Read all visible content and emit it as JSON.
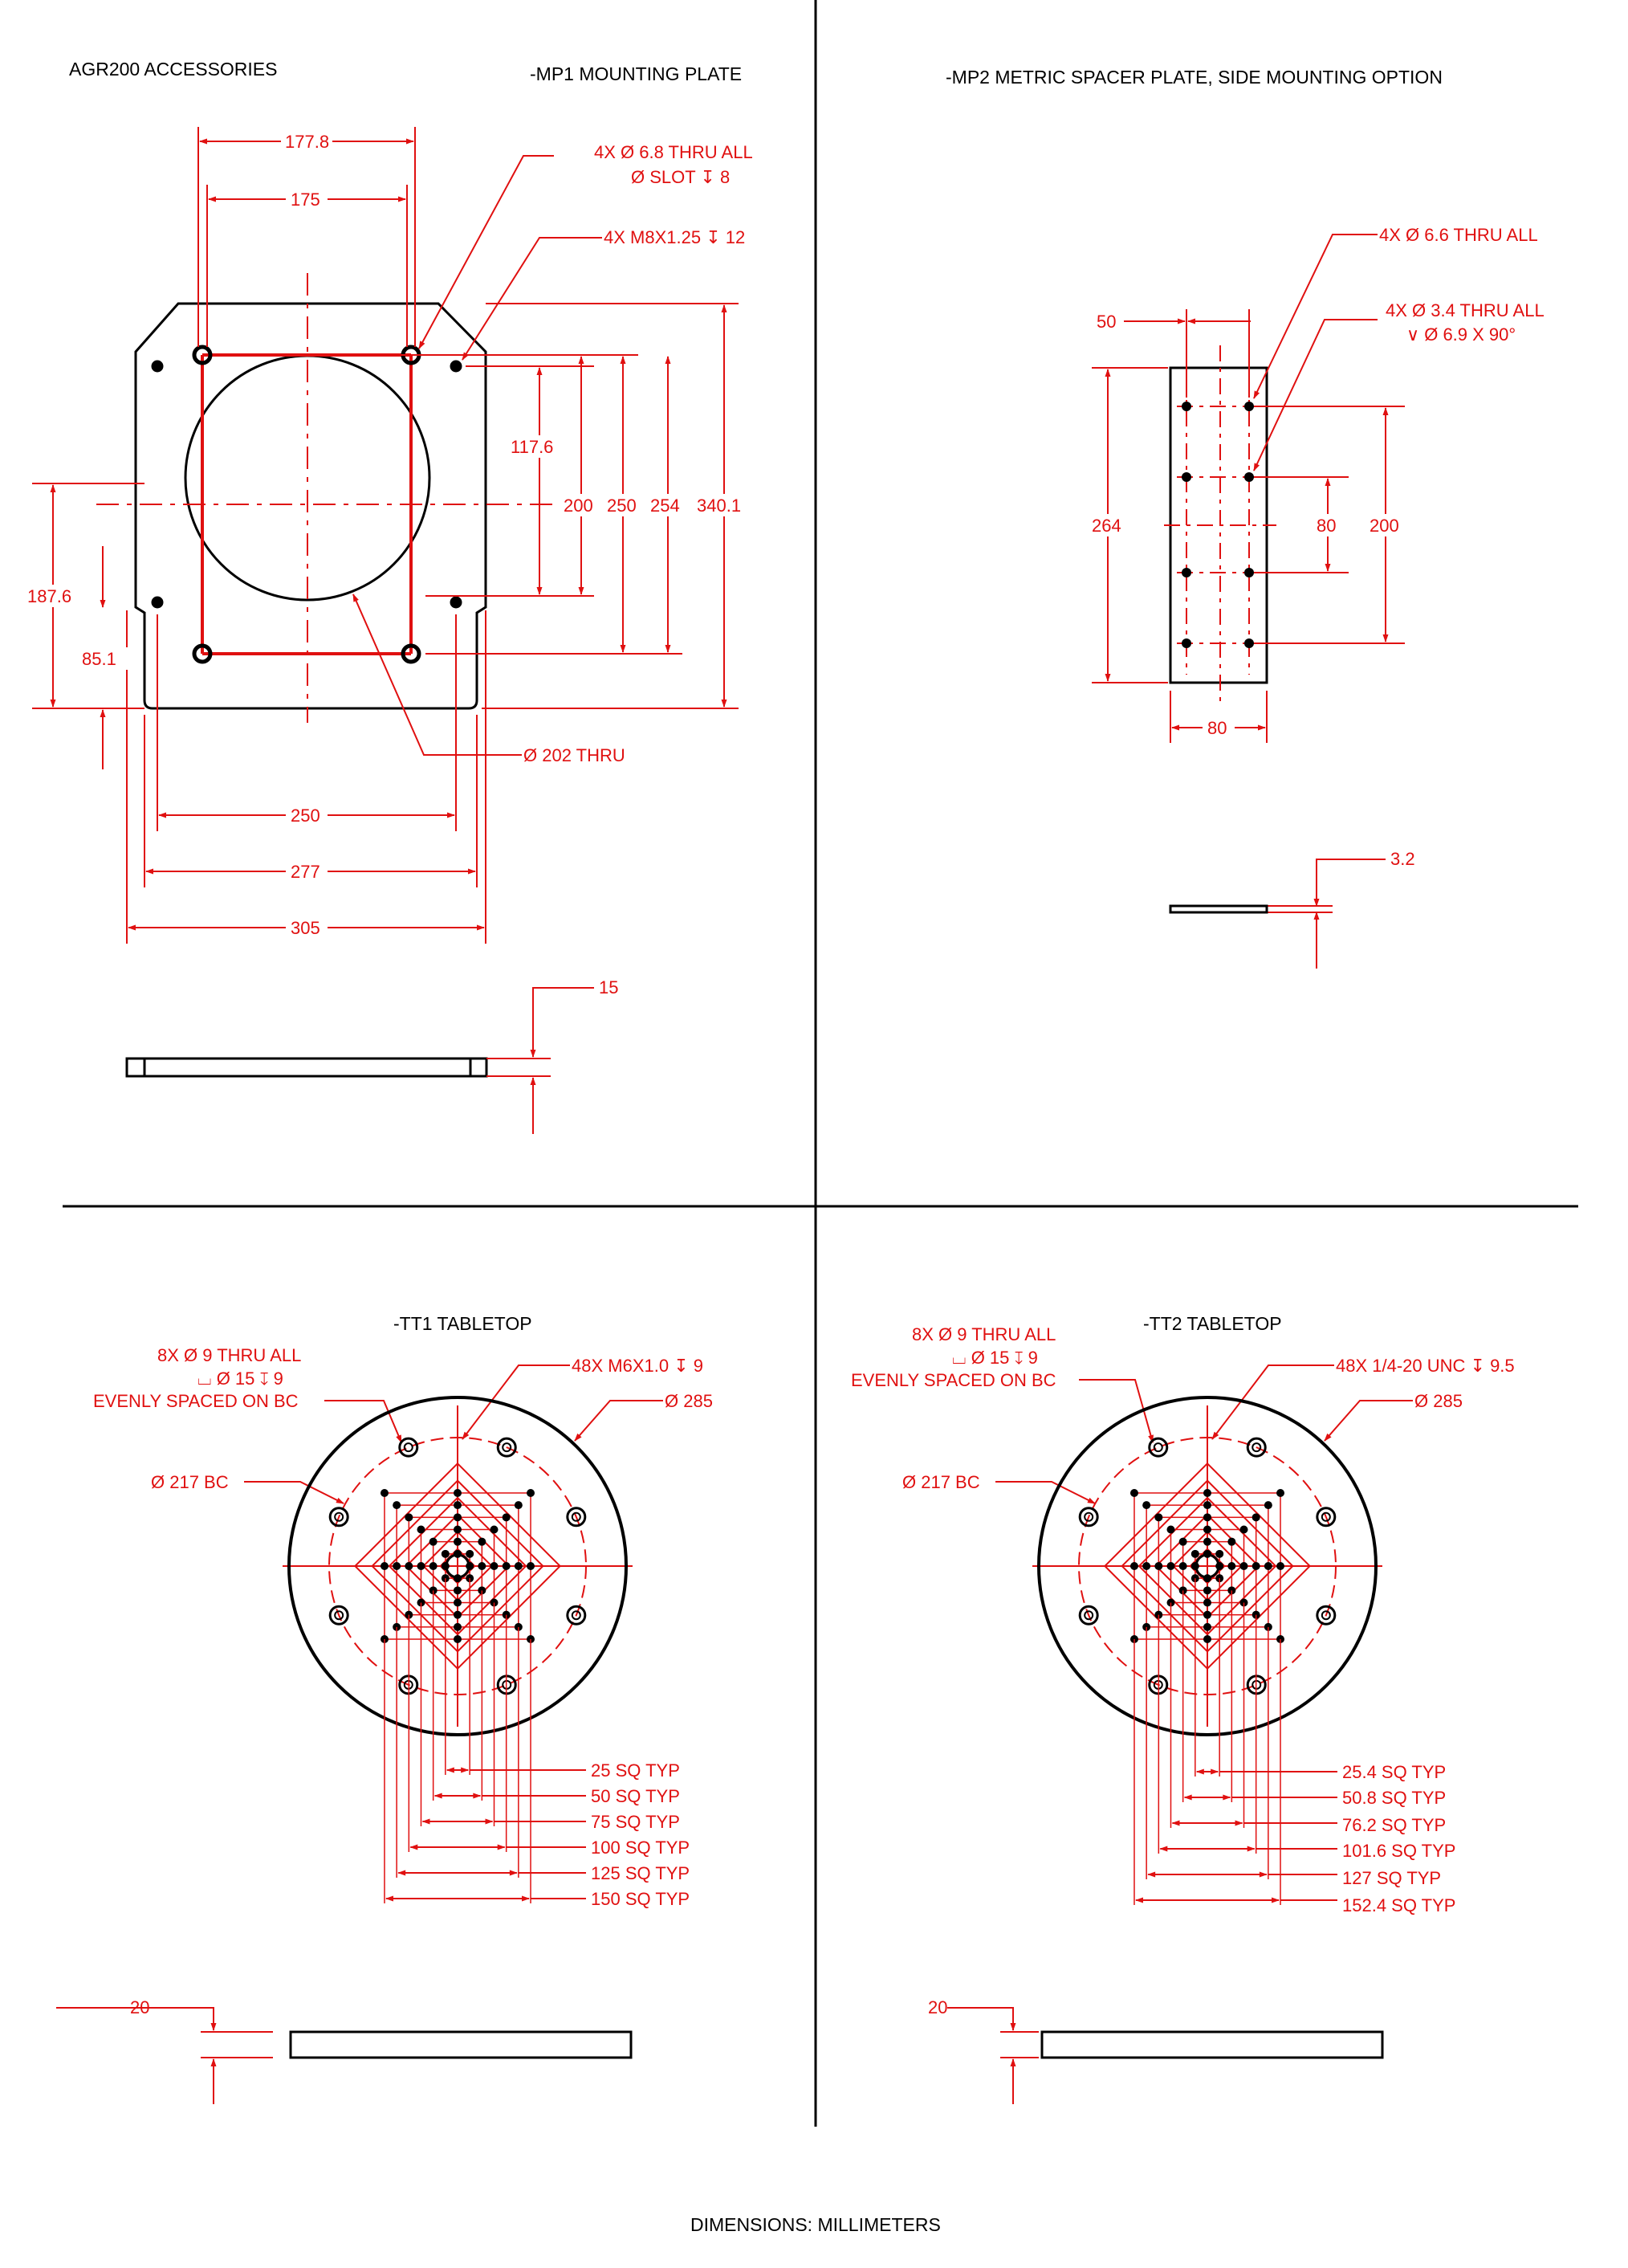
{
  "sheet": {
    "header": "AGR200 ACCESSORIES",
    "footer": "DIMENSIONS:  MILLIMETERS"
  },
  "mp1": {
    "title": "-MP1 MOUNTING PLATE",
    "note_holes_a": "4X Ø 6.8 THRU ALL",
    "note_holes_b": "Ø  SLOT ↧ 8",
    "note_tapped": "4X M8X1.25 ↧ 12",
    "note_bore": "Ø 202 THRU",
    "dim_177_8": "177.8",
    "dim_175": "175",
    "dim_117_6": "117.6",
    "dim_200": "200",
    "dim_250v": "250",
    "dim_254": "254",
    "dim_340_1": "340.1",
    "dim_187_6": "187.6",
    "dim_85_1": "85.1",
    "dim_250h": "250",
    "dim_277": "277",
    "dim_305": "305",
    "dim_thk": "15"
  },
  "mp2": {
    "title": "-MP2 METRIC SPACER PLATE, SIDE MOUNTING OPTION",
    "note_a": "4X Ø 6.6 THRU ALL",
    "note_b1": "4X Ø 3.4 THRU ALL",
    "note_b2": "∨ Ø 6.9 X 90°",
    "dim_50": "50",
    "dim_264": "264",
    "dim_80v": "80",
    "dim_200": "200",
    "dim_80h": "80",
    "dim_thk": "3.2"
  },
  "tt1": {
    "title": "-TT1 TABLETOP",
    "note_8x_a": "8X Ø 9 THRU ALL",
    "note_8x_b": "⌴ Ø 15 ↧ 9",
    "note_8x_c": "EVENLY SPACED ON BC",
    "note_48x": "48X M6X1.0 ↧ 9",
    "note_od": "Ø 285",
    "note_bc": "Ø 217 BC",
    "sq": [
      "25 SQ TYP",
      "50 SQ TYP",
      "75 SQ TYP",
      "100 SQ TYP",
      "125 SQ TYP",
      "150 SQ TYP"
    ],
    "dim_thk": "20"
  },
  "tt2": {
    "title": "-TT2 TABLETOP",
    "note_8x_a": "8X Ø 9 THRU ALL",
    "note_8x_b": "⌴ Ø 15 ↧ 9",
    "note_8x_c": "EVENLY SPACED ON BC",
    "note_48x": "48X 1/4-20 UNC ↧ 9.5",
    "note_od": "Ø 285",
    "note_bc": "Ø 217 BC",
    "sq": [
      "25.4 SQ TYP",
      "50.8 SQ TYP",
      "76.2 SQ TYP",
      "101.6 SQ TYP",
      "127 SQ TYP",
      "152.4 SQ TYP"
    ],
    "dim_thk": "20"
  },
  "colors": {
    "outline": "#000000",
    "dimension": "#e01010",
    "background": "#ffffff"
  }
}
